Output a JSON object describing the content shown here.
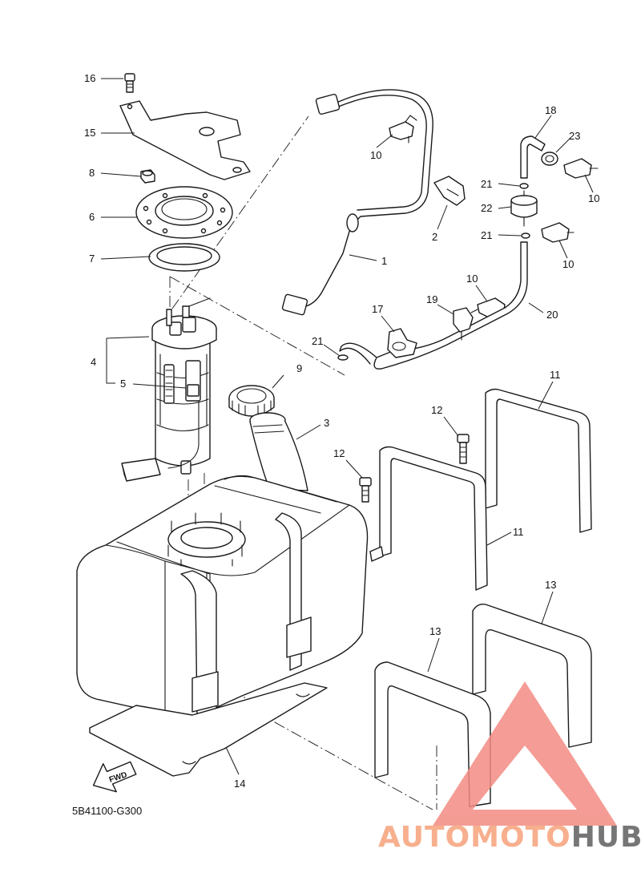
{
  "diagram": {
    "code": "5B41100-G300",
    "fwd_label": "FWD",
    "callouts": [
      "1",
      "2",
      "3",
      "4",
      "5",
      "6",
      "7",
      "8",
      "9",
      "10",
      "10",
      "10",
      "10",
      "11",
      "11",
      "12",
      "12",
      "13",
      "13",
      "14",
      "15",
      "16",
      "17",
      "18",
      "19",
      "20",
      "21",
      "21",
      "21",
      "22",
      "23"
    ]
  },
  "watermark": {
    "text_part1": "AUTOMOTO",
    "text_part2": "HUB",
    "color_1": "#f6a27b",
    "color_2": "#5f5f5f",
    "triangle_color": "#f28b82"
  }
}
